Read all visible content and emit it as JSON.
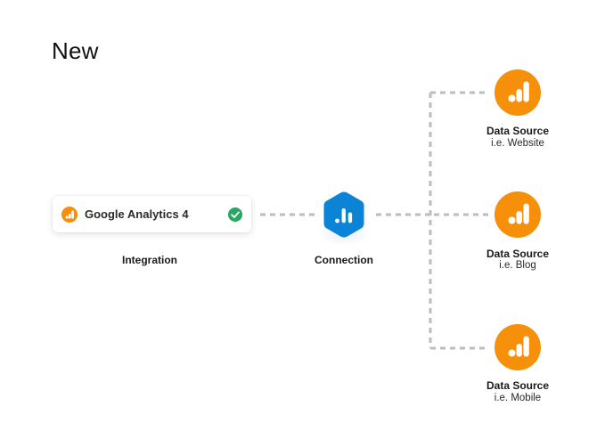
{
  "title": "New",
  "integration": {
    "card_label": "Google Analytics 4",
    "icon": "google-analytics-icon",
    "status_icon": "check-circle-icon",
    "caption": "Integration"
  },
  "connection": {
    "icon": "databox-hexagon-icon",
    "caption": "Connection"
  },
  "data_sources": [
    {
      "title": "Data Source",
      "subtitle": "i.e. Website",
      "icon": "google-analytics-icon"
    },
    {
      "title": "Data Source",
      "subtitle": "i.e. Blog",
      "icon": "google-analytics-icon"
    },
    {
      "title": "Data Source",
      "subtitle": "i.e. Mobile",
      "icon": "google-analytics-icon"
    }
  ],
  "colors": {
    "ga_orange": "#F68F0A",
    "connection_blue": "#0B84D6",
    "check_green": "#27A860",
    "dash_gray": "#BDBDBD"
  }
}
